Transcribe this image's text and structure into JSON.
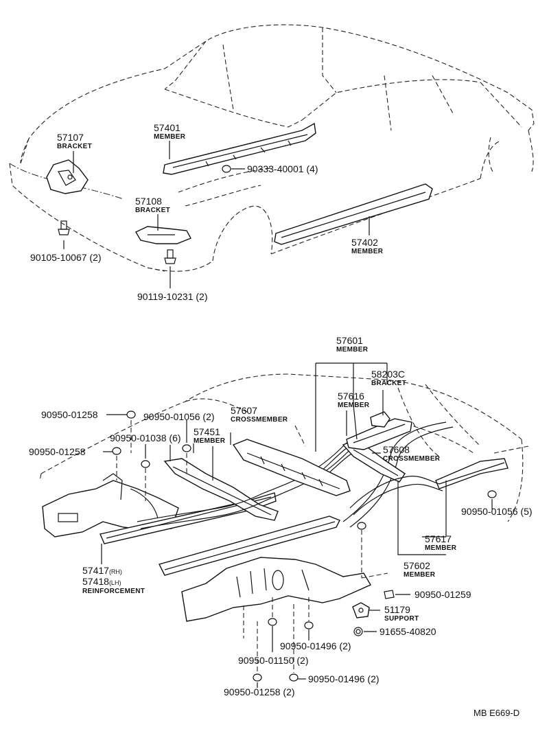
{
  "callouts": {
    "p57107": {
      "number": "57107",
      "name": "BRACKET"
    },
    "p57401": {
      "number": "57401",
      "name": "MEMBER"
    },
    "p90333": {
      "number": "90333-40001 (4)"
    },
    "p57108": {
      "number": "57108",
      "name": "BRACKET"
    },
    "p90105": {
      "number": "90105-10067 (2)"
    },
    "p57402": {
      "number": "57402",
      "name": "MEMBER"
    },
    "p90119": {
      "number": "90119-10231 (2)"
    },
    "p57601": {
      "number": "57601",
      "name": "MEMBER"
    },
    "p58203": {
      "number": "58203C",
      "name": "BRACKET"
    },
    "p57616": {
      "number": "57616",
      "name": "MEMBER"
    },
    "p57607": {
      "number": "57607",
      "name": "CROSSMEMBER"
    },
    "p90950_01258_a": {
      "number": "90950-01258"
    },
    "p90950_01056_2": {
      "number": "90950-01056 (2)"
    },
    "p90950_01038": {
      "number": "90950-01038 (6)"
    },
    "p57451": {
      "number": "57451",
      "name": "MEMBER"
    },
    "p90950_01258_b": {
      "number": "90950-01258"
    },
    "p57608": {
      "number": "57608",
      "name": "CROSSMEMBER"
    },
    "p90950_01056_5": {
      "number": "90950-01056 (5)"
    },
    "p57617": {
      "number": "57617",
      "name": "MEMBER"
    },
    "p57602": {
      "number": "57602",
      "name": "MEMBER"
    },
    "p57417": {
      "number": "57417",
      "suffix": "(RH)"
    },
    "p57418": {
      "number": "57418",
      "suffix": "(LH)",
      "name": "REINFORCEMENT"
    },
    "p90950_01259": {
      "number": "90950-01259"
    },
    "p51179": {
      "number": "51179",
      "name": "SUPPORT"
    },
    "p91655": {
      "number": "91655-40820"
    },
    "p90950_01496_a": {
      "number": "90950-01496 (2)"
    },
    "p90950_01150": {
      "number": "90950-01150 (2)"
    },
    "p90950_01496_b": {
      "number": "90950-01496 (2)"
    },
    "p90950_01258_c": {
      "number": "90950-01258 (2)"
    }
  },
  "footer": {
    "code": "MB  E669-D"
  }
}
